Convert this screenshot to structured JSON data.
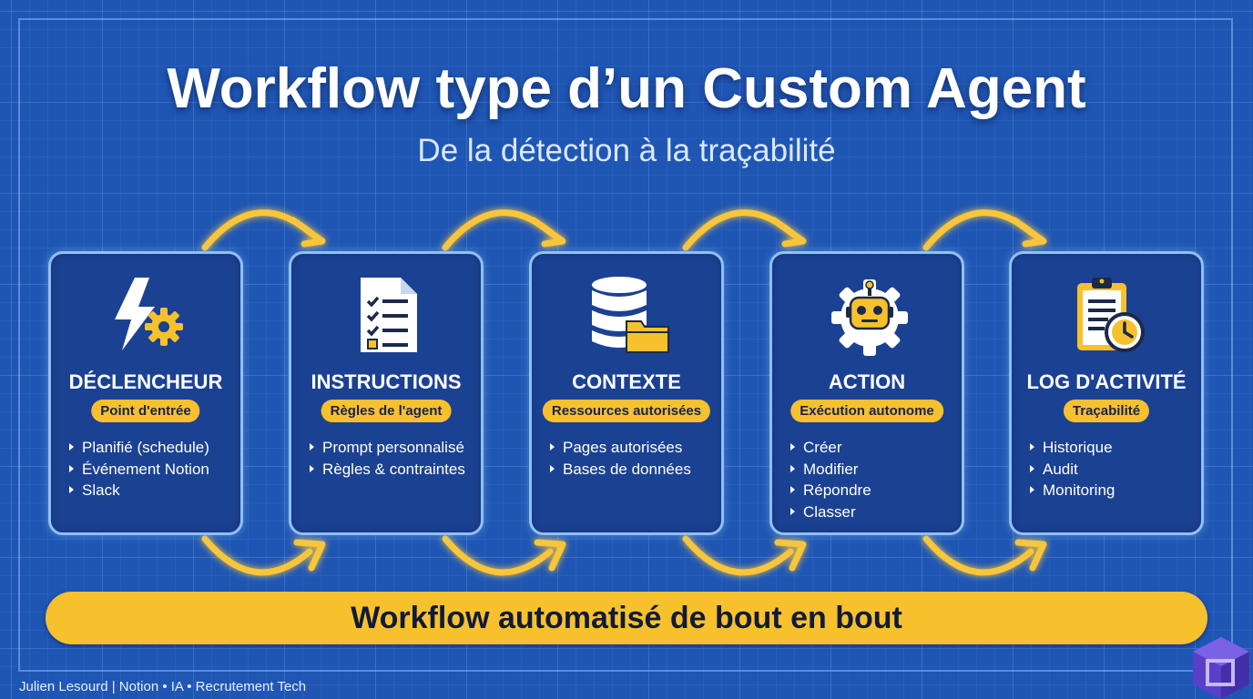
{
  "title": "Workflow type d’un Custom Agent",
  "subtitle": "De la détection à la traçabilité",
  "cards": [
    {
      "title": "DÉCLENCHEUR",
      "badge": "Point d'entrée",
      "items": [
        "Planifié (schedule)",
        "Événement Notion",
        "Slack"
      ],
      "icon": "lightning-gear-icon"
    },
    {
      "title": "INSTRUCTIONS",
      "badge": "Règles de l'agent",
      "items": [
        "Prompt personnalisé",
        "Règles & contraintes"
      ],
      "icon": "checklist-document-icon"
    },
    {
      "title": "CONTEXTE",
      "badge": "Ressources autorisées",
      "items": [
        "Pages autorisées",
        "Bases de données"
      ],
      "icon": "database-folder-icon"
    },
    {
      "title": "ACTION",
      "badge": "Exécution autonome",
      "items": [
        "Créer",
        "Modifier",
        "Répondre",
        "Classer"
      ],
      "icon": "robot-gear-icon"
    },
    {
      "title": "LOG D'ACTIVITÉ",
      "badge": "Traçabilité",
      "items": [
        "Historique",
        "Audit",
        "Monitoring"
      ],
      "icon": "clipboard-clock-icon"
    }
  ],
  "banner": "Workflow automatisé de bout en bout",
  "footer": "Julien Lesourd | Notion • IA • Recrutement Tech",
  "colors": {
    "background": "#1f56b4",
    "card": "#1b4192",
    "accent": "#f6c12c",
    "card_border": "#8fc0f5"
  }
}
